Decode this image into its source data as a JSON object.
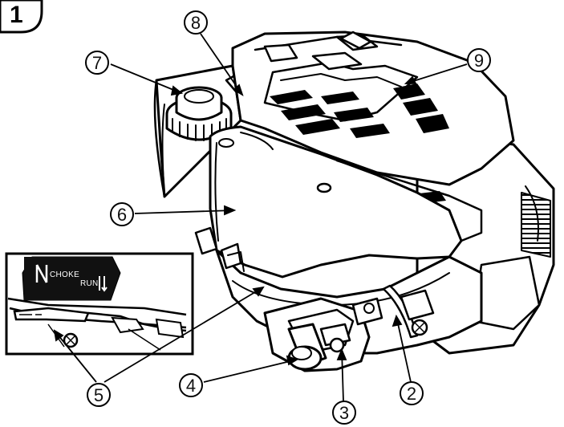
{
  "figure": {
    "figure_number": "1"
  },
  "inset": {
    "choke_label": "CHOKE",
    "run_label": "RUN"
  },
  "callouts": [
    {
      "id": "callout-2",
      "label": "2"
    },
    {
      "id": "callout-3",
      "label": "3"
    },
    {
      "id": "callout-4",
      "label": "4"
    },
    {
      "id": "callout-5",
      "label": "5"
    },
    {
      "id": "callout-6",
      "label": "6"
    },
    {
      "id": "callout-7",
      "label": "7"
    },
    {
      "id": "callout-8",
      "label": "8"
    },
    {
      "id": "callout-9",
      "label": "9"
    }
  ]
}
